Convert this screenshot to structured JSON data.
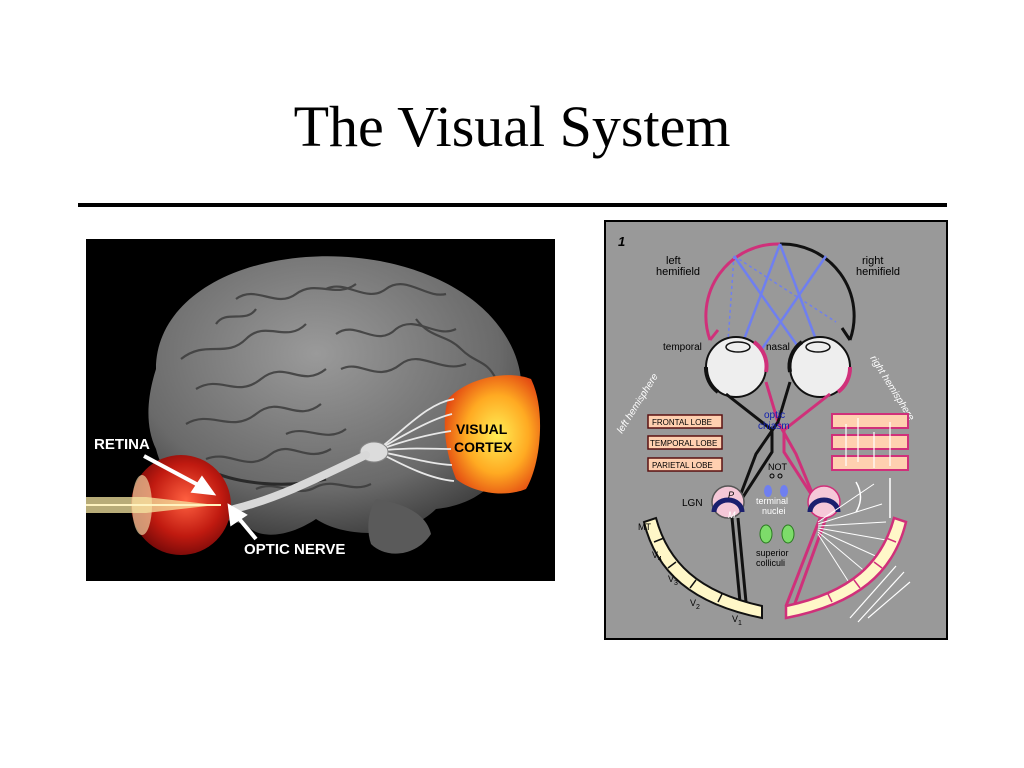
{
  "slide": {
    "title": "The Visual System"
  },
  "brain_figure": {
    "labels": {
      "retina": "RETINA",
      "optic_nerve": "OPTIC NERVE",
      "visual_cortex_1": "VISUAL",
      "visual_cortex_2": "CORTEX"
    }
  },
  "pathway_figure": {
    "number": "1",
    "left_hemifield_1": "left",
    "left_hemifield_2": "hemifield",
    "right_hemifield_1": "right",
    "right_hemifield_2": "hemifield",
    "temporal": "temporal",
    "nasal": "nasal",
    "left_hemisphere": "left hemisphere",
    "right_hemisphere": "right hemisphere",
    "optic_chiasm_1": "optic",
    "optic_chiasm_2": "chiasm",
    "legend": [
      "FRONTAL LOBE",
      "TEMPORAL LOBE",
      "PARIETAL LOBE"
    ],
    "not": "NOT",
    "terminal_nuclei_1": "terminal",
    "terminal_nuclei_2": "nuclei",
    "superior_colliculi_1": "superior",
    "superior_colliculi_2": "colliculi",
    "lgn": "LGN",
    "p": "P",
    "m": "M",
    "mt": "MT",
    "v4": "V",
    "v4_sub": "4",
    "v3": "V",
    "v3_sub": "3",
    "v2": "V",
    "v2_sub": "2",
    "v1": "V",
    "v1_sub": "1"
  },
  "colors": {
    "magenta": "#d0307a",
    "blue": "#6f7ff0",
    "cream": "#fff7c8",
    "peach": "#ffd0b0",
    "gray": "#999999"
  }
}
